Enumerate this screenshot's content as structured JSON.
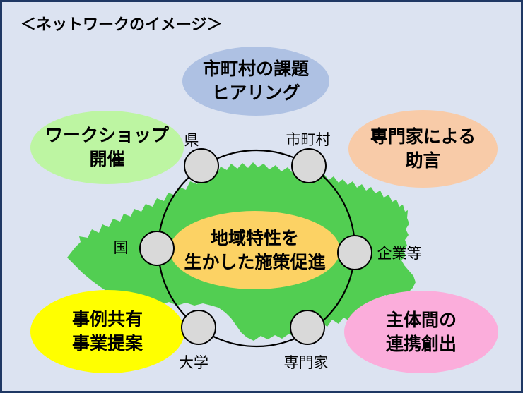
{
  "title": "＜ネットワークのイメージ＞",
  "colors": {
    "background": "#dce3f1",
    "border": "#1f3864",
    "map_green": "#52ce52",
    "ring": "#000000",
    "node_fill": "#d9d9d9",
    "node_border": "#000000",
    "text": "#000000"
  },
  "center_goal": {
    "line1": "地域特性を",
    "line2": "生かした施策促進",
    "color": "#fcd264"
  },
  "callouts": {
    "hearing": {
      "line1": "市町村の課題",
      "line2": "ヒアリング",
      "color": "#aec1e3"
    },
    "workshop": {
      "line1": "ワークショップ",
      "line2": "開催",
      "color": "#bdf5a2"
    },
    "advice": {
      "line1": "専門家による",
      "line2": "助言",
      "color": "#f8cba8"
    },
    "case_sharing": {
      "line1": "事例共有",
      "line2": "事業提案",
      "color": "#ffff00"
    },
    "collaboration": {
      "line1": "主体間の",
      "line2": "連携創出",
      "color": "#fbaddb"
    }
  },
  "nodes": {
    "prefecture": "県",
    "municipalities": "市町村",
    "national_government": "国",
    "companies": "企業等",
    "university": "大学",
    "experts": "専門家"
  }
}
